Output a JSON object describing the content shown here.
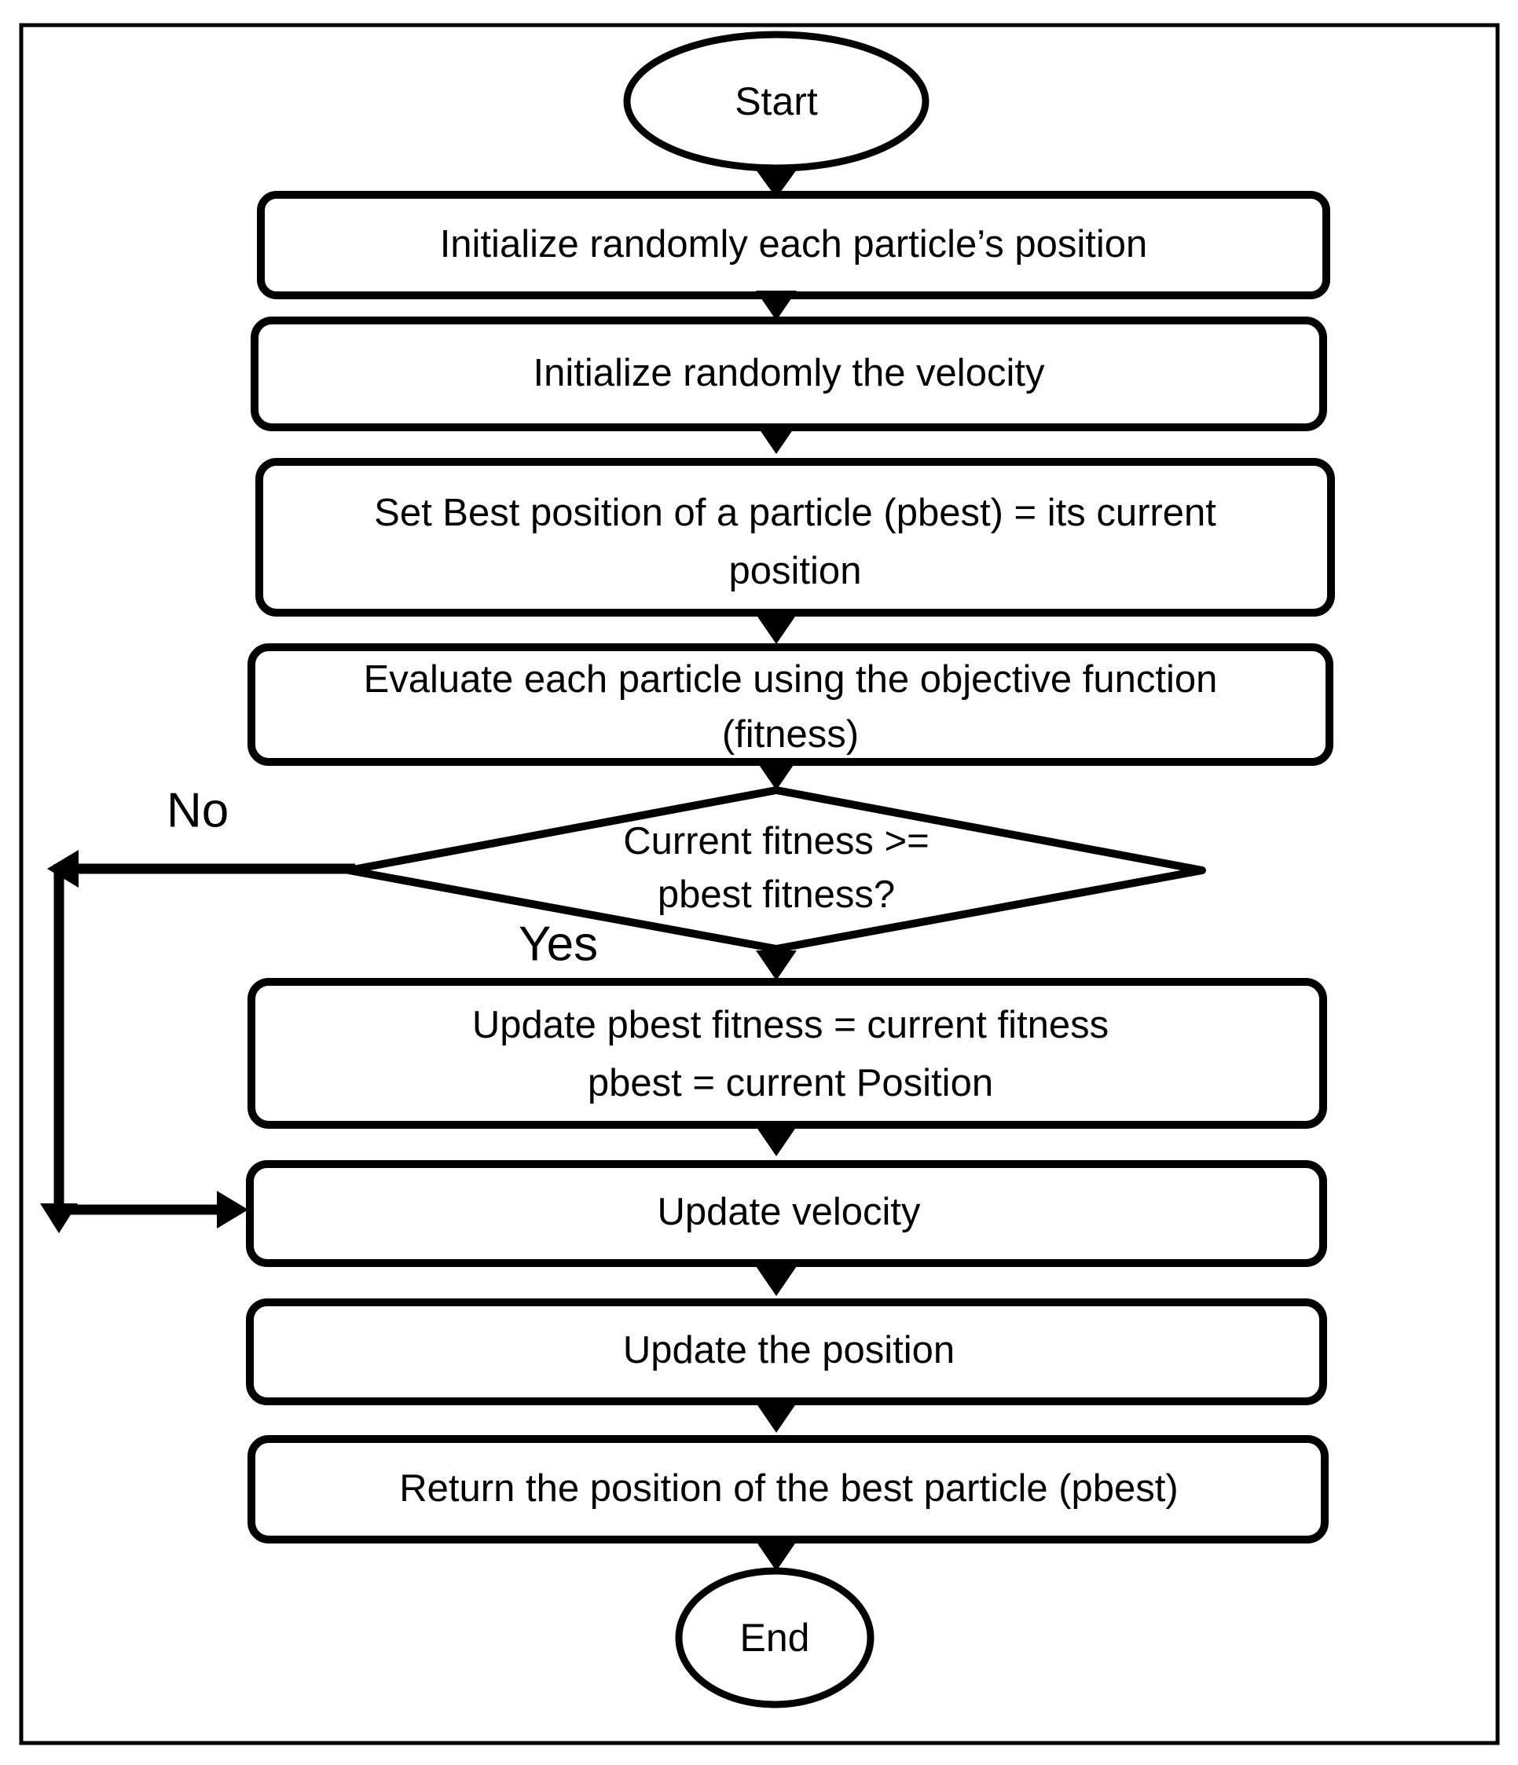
{
  "diagram": {
    "title": "Particle Swarm Optimization Flowchart",
    "type": "flowchart",
    "background_color": "#ffffff",
    "line_color": "#000000",
    "frame": {
      "name": "outer-border"
    },
    "nodes": [
      {
        "id": "start",
        "shape": "ellipse",
        "label": "Start"
      },
      {
        "id": "init-position",
        "shape": "process",
        "label": "Initialize randomly each particle’s position"
      },
      {
        "id": "init-velocity",
        "shape": "process",
        "label": "Initialize randomly the velocity"
      },
      {
        "id": "set-pbest",
        "shape": "process",
        "line1": "Set Best position of a particle (pbest) = its current",
        "line2": "position"
      },
      {
        "id": "evaluate",
        "shape": "process",
        "line1": "Evaluate each particle using the objective function",
        "line2": "(fitness)"
      },
      {
        "id": "decision-fitness",
        "shape": "decision",
        "line1": "Current fitness >=",
        "line2": "pbest fitness?"
      },
      {
        "id": "update-pbest",
        "shape": "process",
        "line1": "Update pbest fitness = current fitness",
        "line2": "pbest = current Position"
      },
      {
        "id": "update-velocity",
        "shape": "process",
        "label": "Update velocity"
      },
      {
        "id": "update-position",
        "shape": "process",
        "label": "Update the position"
      },
      {
        "id": "return-best",
        "shape": "process",
        "label": "Return the position of the best particle (pbest)"
      },
      {
        "id": "end",
        "shape": "ellipse",
        "label": "End"
      }
    ],
    "branch_labels": {
      "no": "No",
      "yes": "Yes"
    }
  }
}
